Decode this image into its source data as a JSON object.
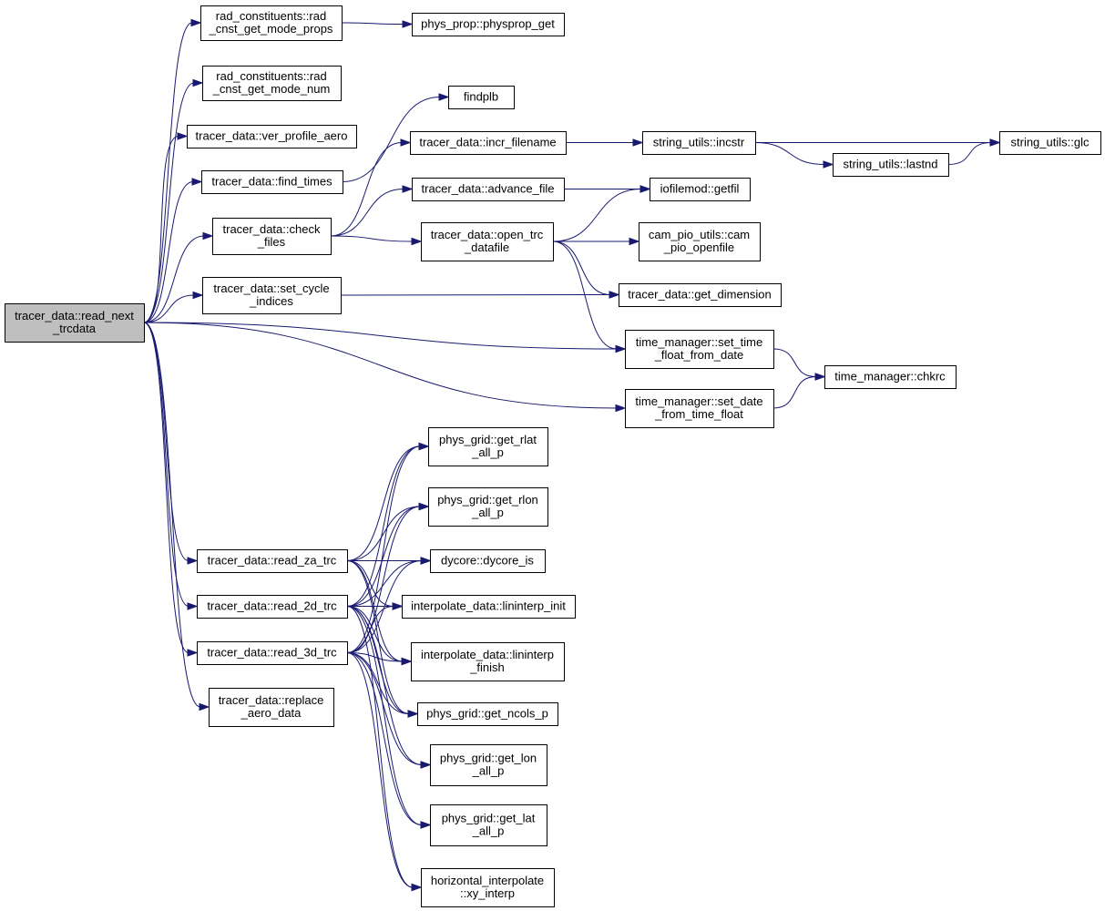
{
  "colors": {
    "edge": "#191970",
    "node_fill": "#ffffff",
    "root_fill": "#bfbfbf",
    "border": "#000000"
  },
  "nodes": {
    "read_next_trcdata": [
      "tracer_data::read_next",
      "_trcdata"
    ],
    "rad_cnst_get_mode_props": [
      "rad_constituents::rad",
      "_cnst_get_mode_props"
    ],
    "physprop_get": [
      "phys_prop::physprop_get"
    ],
    "rad_cnst_get_mode_num": [
      "rad_constituents::rad",
      "_cnst_get_mode_num"
    ],
    "ver_profile_aero": [
      "tracer_data::ver_profile_aero"
    ],
    "findplb": [
      "findplb"
    ],
    "find_times": [
      "tracer_data::find_times"
    ],
    "incr_filename": [
      "tracer_data::incr_filename"
    ],
    "incstr": [
      "string_utils::incstr"
    ],
    "glc": [
      "string_utils::glc"
    ],
    "lastnd": [
      "string_utils::lastnd"
    ],
    "advance_file": [
      "tracer_data::advance_file"
    ],
    "getfil": [
      "iofilemod::getfil"
    ],
    "check_files": [
      "tracer_data::check",
      "_files"
    ],
    "open_trc_datafile": [
      "tracer_data::open_trc",
      "_datafile"
    ],
    "cam_pio_openfile": [
      "cam_pio_utils::cam",
      "_pio_openfile"
    ],
    "set_cycle_indices": [
      "tracer_data::set_cycle",
      "_indices"
    ],
    "get_dimension": [
      "tracer_data::get_dimension"
    ],
    "set_time_float_from_date": [
      "time_manager::set_time",
      "_float_from_date"
    ],
    "chkrc": [
      "time_manager::chkrc"
    ],
    "set_date_from_time_float": [
      "time_manager::set_date",
      "_from_time_float"
    ],
    "get_rlat_all_p": [
      "phys_grid::get_rlat",
      "_all_p"
    ],
    "get_rlon_all_p": [
      "phys_grid::get_rlon",
      "_all_p"
    ],
    "read_za_trc": [
      "tracer_data::read_za_trc"
    ],
    "dycore_is": [
      "dycore::dycore_is"
    ],
    "read_2d_trc": [
      "tracer_data::read_2d_trc"
    ],
    "lininterp_init": [
      "interpolate_data::lininterp_init"
    ],
    "read_3d_trc": [
      "tracer_data::read_3d_trc"
    ],
    "lininterp_finish": [
      "interpolate_data::lininterp",
      "_finish"
    ],
    "replace_aero_data": [
      "tracer_data::replace",
      "_aero_data"
    ],
    "get_ncols_p": [
      "phys_grid::get_ncols_p"
    ],
    "get_lon_all_p": [
      "phys_grid::get_lon",
      "_all_p"
    ],
    "get_lat_all_p": [
      "phys_grid::get_lat",
      "_all_p"
    ],
    "xy_interp": [
      "horizontal_interpolate",
      "::xy_interp"
    ]
  },
  "edges": [
    [
      "read_next_trcdata",
      "rad_cnst_get_mode_props"
    ],
    [
      "read_next_trcdata",
      "rad_cnst_get_mode_num"
    ],
    [
      "read_next_trcdata",
      "ver_profile_aero"
    ],
    [
      "read_next_trcdata",
      "find_times"
    ],
    [
      "read_next_trcdata",
      "check_files"
    ],
    [
      "read_next_trcdata",
      "set_cycle_indices"
    ],
    [
      "read_next_trcdata",
      "set_time_float_from_date"
    ],
    [
      "read_next_trcdata",
      "set_date_from_time_float"
    ],
    [
      "read_next_trcdata",
      "read_za_trc"
    ],
    [
      "read_next_trcdata",
      "read_2d_trc"
    ],
    [
      "read_next_trcdata",
      "read_3d_trc"
    ],
    [
      "read_next_trcdata",
      "replace_aero_data"
    ],
    [
      "rad_cnst_get_mode_props",
      "physprop_get"
    ],
    [
      "find_times",
      "findplb"
    ],
    [
      "check_files",
      "incr_filename"
    ],
    [
      "check_files",
      "advance_file"
    ],
    [
      "check_files",
      "open_trc_datafile"
    ],
    [
      "incr_filename",
      "incstr"
    ],
    [
      "incstr",
      "glc"
    ],
    [
      "incstr",
      "lastnd"
    ],
    [
      "lastnd",
      "glc"
    ],
    [
      "advance_file",
      "getfil"
    ],
    [
      "open_trc_datafile",
      "getfil"
    ],
    [
      "open_trc_datafile",
      "cam_pio_openfile"
    ],
    [
      "open_trc_datafile",
      "get_dimension"
    ],
    [
      "open_trc_datafile",
      "set_time_float_from_date"
    ],
    [
      "set_cycle_indices",
      "get_dimension"
    ],
    [
      "set_time_float_from_date",
      "chkrc"
    ],
    [
      "set_date_from_time_float",
      "chkrc"
    ],
    [
      "read_za_trc",
      "get_rlat_all_p"
    ],
    [
      "read_za_trc",
      "get_rlon_all_p"
    ],
    [
      "read_za_trc",
      "dycore_is"
    ],
    [
      "read_za_trc",
      "lininterp_init"
    ],
    [
      "read_za_trc",
      "lininterp_finish"
    ],
    [
      "read_za_trc",
      "get_ncols_p"
    ],
    [
      "read_2d_trc",
      "get_rlat_all_p"
    ],
    [
      "read_2d_trc",
      "get_rlon_all_p"
    ],
    [
      "read_2d_trc",
      "dycore_is"
    ],
    [
      "read_2d_trc",
      "lininterp_init"
    ],
    [
      "read_2d_trc",
      "lininterp_finish"
    ],
    [
      "read_2d_trc",
      "get_ncols_p"
    ],
    [
      "read_2d_trc",
      "get_lon_all_p"
    ],
    [
      "read_2d_trc",
      "get_lat_all_p"
    ],
    [
      "read_2d_trc",
      "xy_interp"
    ],
    [
      "read_3d_trc",
      "get_rlat_all_p"
    ],
    [
      "read_3d_trc",
      "get_rlon_all_p"
    ],
    [
      "read_3d_trc",
      "dycore_is"
    ],
    [
      "read_3d_trc",
      "lininterp_init"
    ],
    [
      "read_3d_trc",
      "lininterp_finish"
    ],
    [
      "read_3d_trc",
      "get_ncols_p"
    ],
    [
      "read_3d_trc",
      "get_lon_all_p"
    ],
    [
      "read_3d_trc",
      "get_lat_all_p"
    ],
    [
      "read_3d_trc",
      "xy_interp"
    ]
  ]
}
